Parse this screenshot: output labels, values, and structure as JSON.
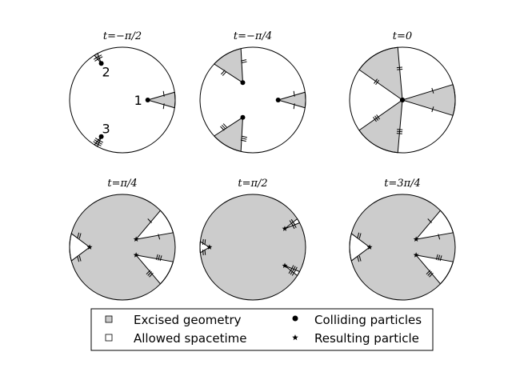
{
  "colors": {
    "excised": "#cccccc",
    "allowed": "#ffffff",
    "stroke": "#000000"
  },
  "panels": [
    {
      "title": "t=−π/2",
      "wedges": [
        {
          "angle": 0,
          "width": 17,
          "apex": 0.48,
          "marks": 1
        },
        {
          "angle": 120,
          "width": 4,
          "apex": 0.8,
          "marks": 2
        },
        {
          "angle": 240,
          "width": 4,
          "apex": 0.8,
          "marks": 3
        }
      ],
      "particle_labels": [
        "1",
        "2",
        "3"
      ]
    },
    {
      "title": "t=−π/4",
      "wedges": [
        {
          "angle": 0,
          "width": 17,
          "apex": 0.48,
          "marks": 1
        },
        {
          "angle": 120,
          "width": 34,
          "apex": 0.38,
          "marks": 2
        },
        {
          "angle": 240,
          "width": 34,
          "apex": 0.38,
          "marks": 3
        }
      ]
    },
    {
      "title": "t=0",
      "wedges": [
        {
          "angle": 0,
          "width": 34,
          "apex": 0.0,
          "marks": 1
        },
        {
          "angle": 120,
          "width": 50,
          "apex": 0.0,
          "marks": 2
        },
        {
          "angle": 240,
          "width": 50,
          "apex": 0.0,
          "marks": 3
        }
      ]
    },
    {
      "title": "t=π/4",
      "wedges": [
        {
          "angle": 180,
          "width": 30,
          "apex": 0.62,
          "marks": 2
        },
        {
          "angle": 30,
          "width": 28,
          "apex": 0.3,
          "marks": 1
        },
        {
          "angle": 330,
          "width": 28,
          "apex": 0.3,
          "marks": 3
        }
      ]
    },
    {
      "title": "t=π/2",
      "wedges": [
        {
          "angle": 180,
          "width": 12,
          "apex": 0.82,
          "marks": 2
        },
        {
          "angle": 30,
          "width": 5,
          "apex": 0.7,
          "marks": 2
        },
        {
          "angle": 330,
          "width": 5,
          "apex": 0.7,
          "marks": 3
        }
      ]
    },
    {
      "title": "t=3π/4",
      "wedges": [
        {
          "angle": 180,
          "width": 30,
          "apex": 0.62,
          "marks": 2
        },
        {
          "angle": 30,
          "width": 28,
          "apex": 0.3,
          "marks": 1
        },
        {
          "angle": 330,
          "width": 28,
          "apex": 0.3,
          "marks": 3
        }
      ]
    }
  ],
  "legend": {
    "items": [
      {
        "label": "Excised geometry",
        "marker": "square-gray"
      },
      {
        "label": "Allowed spacetime",
        "marker": "square-white"
      },
      {
        "label": "Colliding particles",
        "marker": "dot"
      },
      {
        "label": "Resulting particle",
        "marker": "star"
      }
    ]
  }
}
